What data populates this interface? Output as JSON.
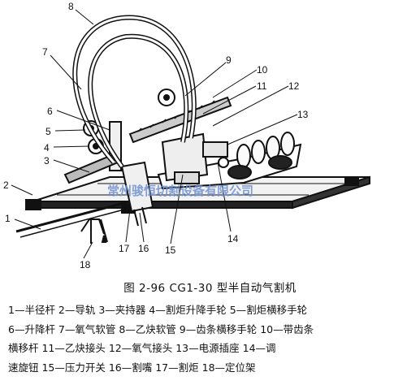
{
  "callouts": [
    "1",
    "2",
    "3",
    "4",
    "5",
    "6",
    "7",
    "8",
    "9",
    "10",
    "11",
    "12",
    "13",
    "14",
    "15",
    "16",
    "17",
    "18"
  ],
  "watermark": "常州骏恒切割设备有限公司",
  "caption": "图 2-96   CG1-30 型半自动气割机",
  "legend_lines": [
    "1—半径杆   2—导轨   3—夹持器   4—割炬升降手轮   5—割炬横移手轮",
    "6—升降杆   7—氧气软管   8—乙炔软管   9—齿条横移手轮   10—带齿条",
    "横移杆   11—乙炔接头   12—氧气接头   13—电源插座   14—调",
    "速旋钮   15—压力开关   16—割嘴   17—割炬   18—定位架"
  ]
}
